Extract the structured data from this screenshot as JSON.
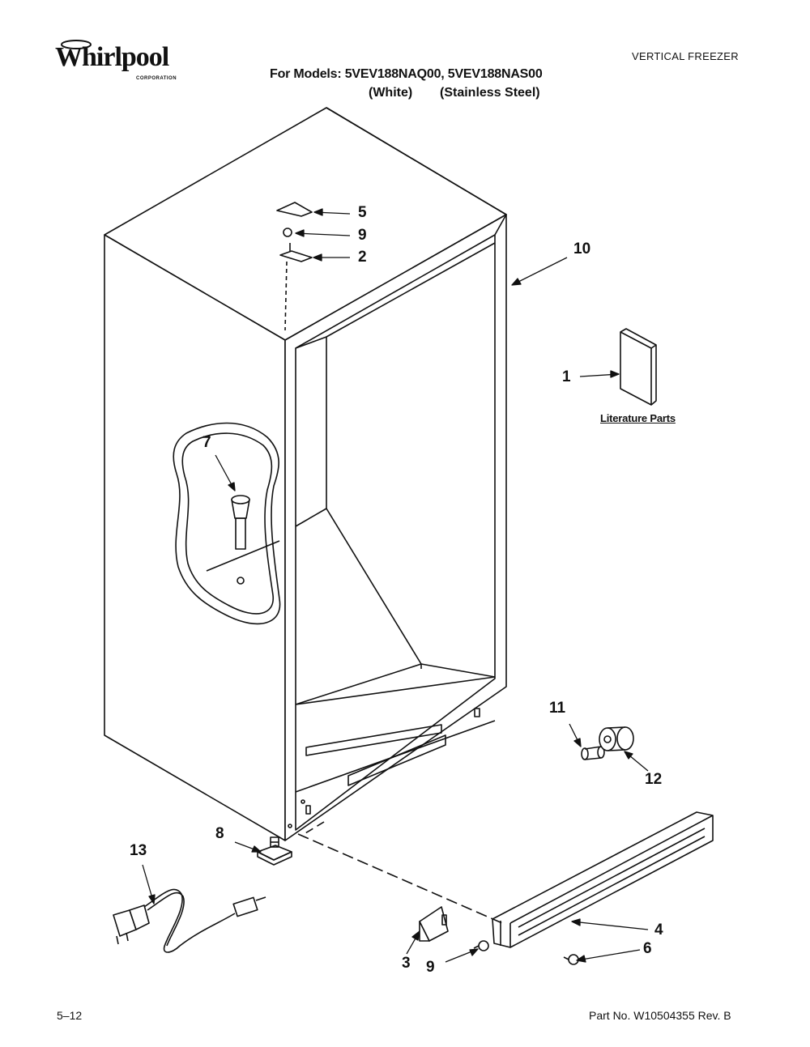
{
  "header": {
    "logo_word": "Whirlpool",
    "logo_corporation": "CORPORATION",
    "category": "VERTICAL FREEZER",
    "models_line": "For Models: 5VEV188NAQ00, 5VEV188NAS00",
    "variant_white": "(White)",
    "variant_steel": "(Stainless Steel)"
  },
  "callouts": {
    "c1": "1",
    "c2": "2",
    "c3": "3",
    "c4": "4",
    "c5": "5",
    "c6": "6",
    "c7": "7",
    "c8": "8",
    "c9a": "9",
    "c9b": "9",
    "c10": "10",
    "c11": "11",
    "c12": "12",
    "c13": "13"
  },
  "literature_label": "Literature Parts",
  "footer": {
    "page": "5–12",
    "part_number": "Part No. W10504355 Rev. B"
  }
}
